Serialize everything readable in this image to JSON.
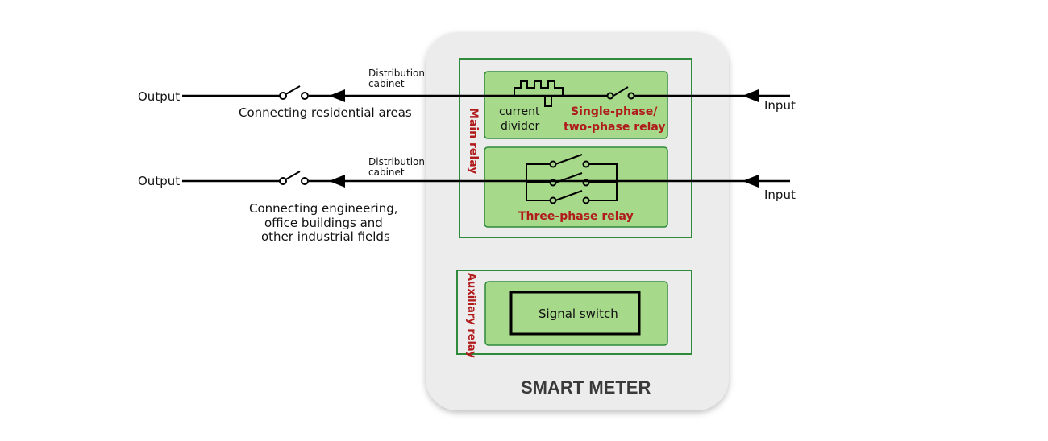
{
  "meter": {
    "title": "SMART METER",
    "main_relay_label": "Main relay",
    "auxiliary_relay_label": "Auxiliary relay",
    "current_divider_line1": "current",
    "current_divider_line2": "divider",
    "single_phase_line1": "Single-phase/",
    "single_phase_line2": "two-phase relay",
    "three_phase_label": "Three-phase relay",
    "signal_switch_label": "Signal switch"
  },
  "line_top": {
    "output_label": "Output",
    "input_label": "Input",
    "cabinet_line1": "Distribution",
    "cabinet_line2": "cabinet",
    "caption": "Connecting residential areas"
  },
  "line_bottom": {
    "output_label": "Output",
    "input_label": "Input",
    "cabinet_line1": "Distribution",
    "cabinet_line2": "cabinet",
    "caption_line1": "Connecting engineering,",
    "caption_line2": "office buildings and",
    "caption_line3": "other industrial fields"
  },
  "colors": {
    "panel_green": "#a6d98a",
    "frame_green": "#2f8a3b",
    "label_red": "#b01c1c",
    "meter_body": "#ececec"
  }
}
